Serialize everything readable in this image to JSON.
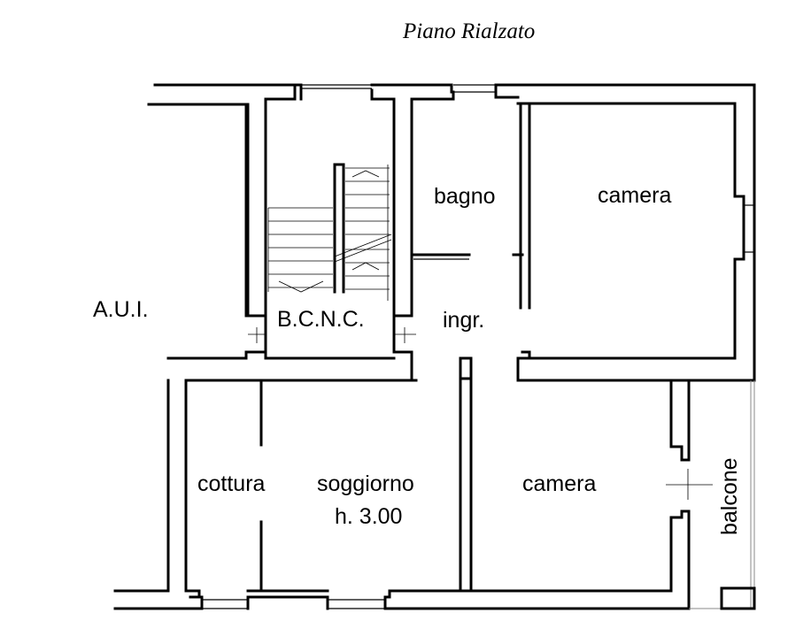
{
  "title": "Piano Rialzato",
  "rooms": {
    "bagno": "bagno",
    "camera_top": "camera",
    "aui": "A.U.I.",
    "bcnc": "B.C.N.C.",
    "ingresso": "ingr.",
    "cottura": "cottura",
    "soggiorno": "soggiorno",
    "soggiorno_height": "h. 3.00",
    "camera_bottom": "camera",
    "balcone": "balcone"
  }
}
